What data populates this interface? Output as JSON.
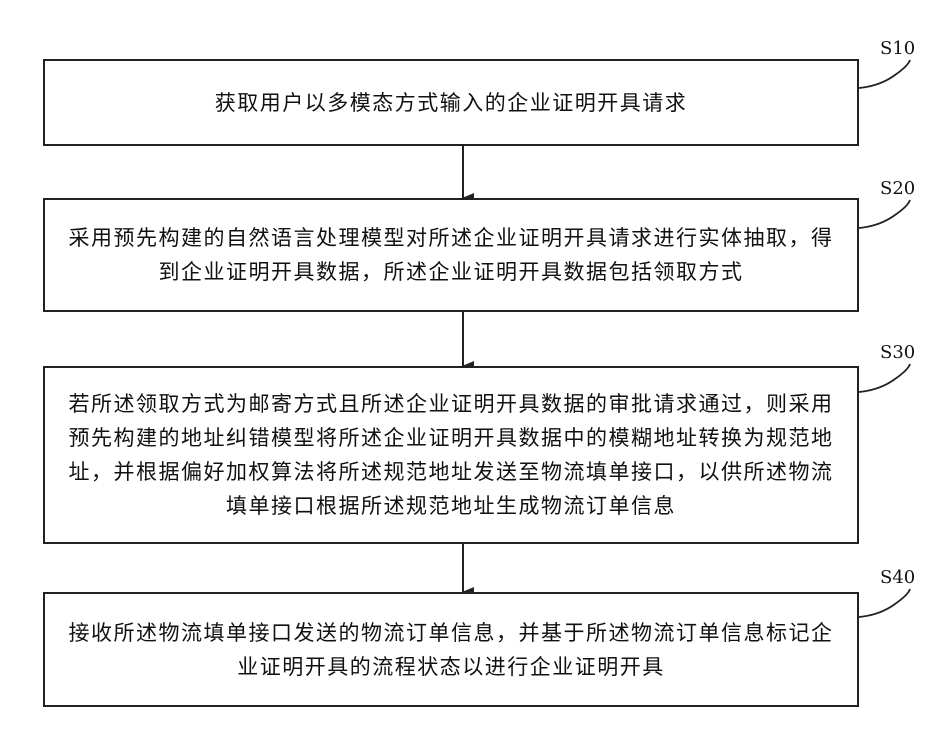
{
  "steps": [
    {
      "label": "S10",
      "text": "获取用户以多模态方式输入的企业证明开具请求"
    },
    {
      "label": "S20",
      "text": "采用预先构建的自然语言处理模型对所述企业证明开具请求进行实体抽取，得到企业证明开具数据，所述企业证明开具数据包括领取方式"
    },
    {
      "label": "S30",
      "text": "若所述领取方式为邮寄方式且所述企业证明开具数据的审批请求通过，则采用预先构建的地址纠错模型将所述企业证明开具数据中的模糊地址转换为规范地址，并根据偏好加权算法将所述规范地址发送至物流填单接口，以供所述物流填单接口根据所述规范地址生成物流订单信息"
    },
    {
      "label": "S40",
      "text": "接收所述物流填单接口发送的物流订单信息，并基于所述物流订单信息标记企业证明开具的流程状态以进行企业证明开具"
    }
  ]
}
